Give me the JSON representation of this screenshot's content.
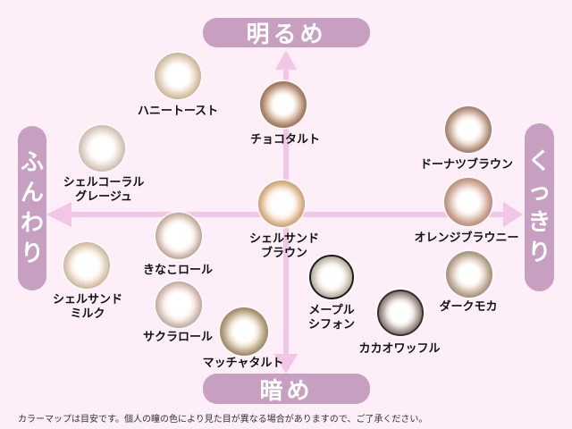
{
  "axes": {
    "top": "明るめ",
    "bottom": "暗め",
    "left": [
      "ふ",
      "ん",
      "わ",
      "り"
    ],
    "right": [
      "く",
      "っ",
      "き",
      "り"
    ]
  },
  "colors": {
    "background": "#fdeef8",
    "pill": "#c79fc1",
    "axis": "#f2c6e6",
    "label_text": "#111111"
  },
  "lenses": [
    {
      "id": "honey-toast",
      "label_lines": [
        "ハニートースト"
      ],
      "ring": "#c9b497",
      "inner": "#f5ecdf",
      "dark_edge": false
    },
    {
      "id": "choco-tart",
      "label_lines": [
        "チョコタルト"
      ],
      "ring": "#8b6047",
      "inner": "#eddccb",
      "dark_edge": false
    },
    {
      "id": "shell-coral-greige",
      "label_lines": [
        "シェルコーラル",
        "グレージュ"
      ],
      "ring": "#bca99c",
      "inner": "#f4ece8",
      "dark_edge": false
    },
    {
      "id": "donut-brown",
      "label_lines": [
        "ドーナツブラウン"
      ],
      "ring": "#8e6b57",
      "inner": "#f0e2d6",
      "dark_edge": false
    },
    {
      "id": "shell-sand-brown",
      "label_lines": [
        "シェルサンド",
        "ブラウン"
      ],
      "ring": "#b5875b",
      "inner": "#fbefe0",
      "dark_edge": false
    },
    {
      "id": "orange-browny",
      "label_lines": [
        "オレンジブラウニー"
      ],
      "ring": "#a27464",
      "inner": "#f2e2da",
      "dark_edge": false
    },
    {
      "id": "kinako-roll",
      "label_lines": [
        "きなこロール"
      ],
      "ring": "#a88c7a",
      "inner": "#f6ece6",
      "dark_edge": false
    },
    {
      "id": "shell-sand-milk",
      "label_lines": [
        "シェルサンド",
        "ミルク"
      ],
      "ring": "#b7a08a",
      "inner": "#f8efe3",
      "dark_edge": false
    },
    {
      "id": "maple-chiffon",
      "label_lines": [
        "メープル",
        "シフォン"
      ],
      "ring": "#8c8478",
      "inner": "#f4f0e6",
      "dark_edge": true
    },
    {
      "id": "dark-mocha",
      "label_lines": [
        "ダークモカ"
      ],
      "ring": "#8d7864",
      "inner": "#efe4d9",
      "dark_edge": false
    },
    {
      "id": "sakura-roll",
      "label_lines": [
        "サクラロール"
      ],
      "ring": "#a6897c",
      "inner": "#f6ece8",
      "dark_edge": false
    },
    {
      "id": "cacao-waffle",
      "label_lines": [
        "カカオワッフル"
      ],
      "ring": "#6c5a55",
      "inner": "#ece3df",
      "dark_edge": true
    },
    {
      "id": "matcha-tart",
      "label_lines": [
        "マッチャタルト"
      ],
      "ring": "#8a6f49",
      "inner": "#efe6d2",
      "dark_edge": false
    }
  ],
  "footer_note": "カラーマップは目安です。個人の瞳の色により見た目が異なる場合がありますので、ご了承ください。"
}
